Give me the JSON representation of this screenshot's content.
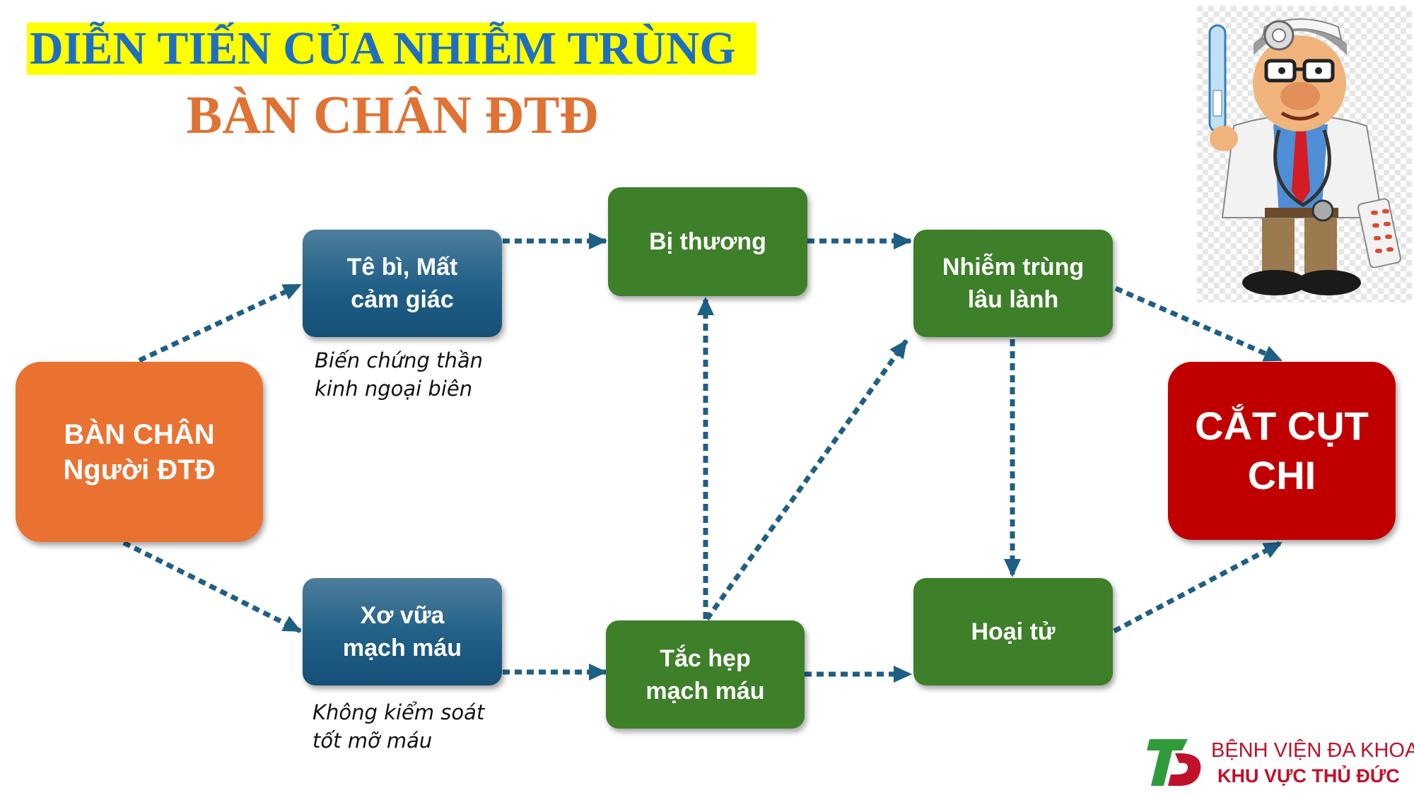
{
  "title": {
    "line1": "DIỄN TIẾN CỦA NHIỄM TRÙNG",
    "line2": "BÀN CHÂN ĐTĐ"
  },
  "nodes": {
    "ban_chan": [
      "BÀN CHÂN",
      "Người ĐTĐ"
    ],
    "te_bi": [
      "Tê bì, Mất",
      "cảm giác"
    ],
    "xo_vua": [
      "Xơ vữa",
      "mạch máu"
    ],
    "bi_thuong": [
      "Bị thương"
    ],
    "tac_hep": [
      "Tắc hẹp",
      "mạch máu"
    ],
    "nhiem_trung": [
      "Nhiễm trùng",
      "lâu lành"
    ],
    "hoai_tu": [
      "Hoại tử"
    ],
    "cat_cut": [
      "CẮT CỤT",
      "CHI"
    ]
  },
  "notes": {
    "bien_chung": [
      "Biến chứng thần",
      "kinh ngoại biên"
    ],
    "khong_kiem_soat": [
      "Không kiểm soát",
      "tốt mỡ máu"
    ]
  },
  "logo": {
    "line1": "BỆNH VIỆN ĐA KHOA",
    "line2": "KHU VỰC THỦ ĐỨC"
  },
  "colors": {
    "title_blue": "#1f6fc0",
    "title_orange": "#e07233",
    "highlight": "#ffff00",
    "node_green": "#3e7f29",
    "node_blue": "#205f86",
    "node_orange": "#ea7231",
    "node_red": "#c00000",
    "arrow": "#1f5f84",
    "logo_red": "#c0112a",
    "logo_green": "#2f9b3b"
  },
  "icons": {
    "doctor": "cartoon-doctor-illustration",
    "logo": "hospital-logo-icon"
  }
}
